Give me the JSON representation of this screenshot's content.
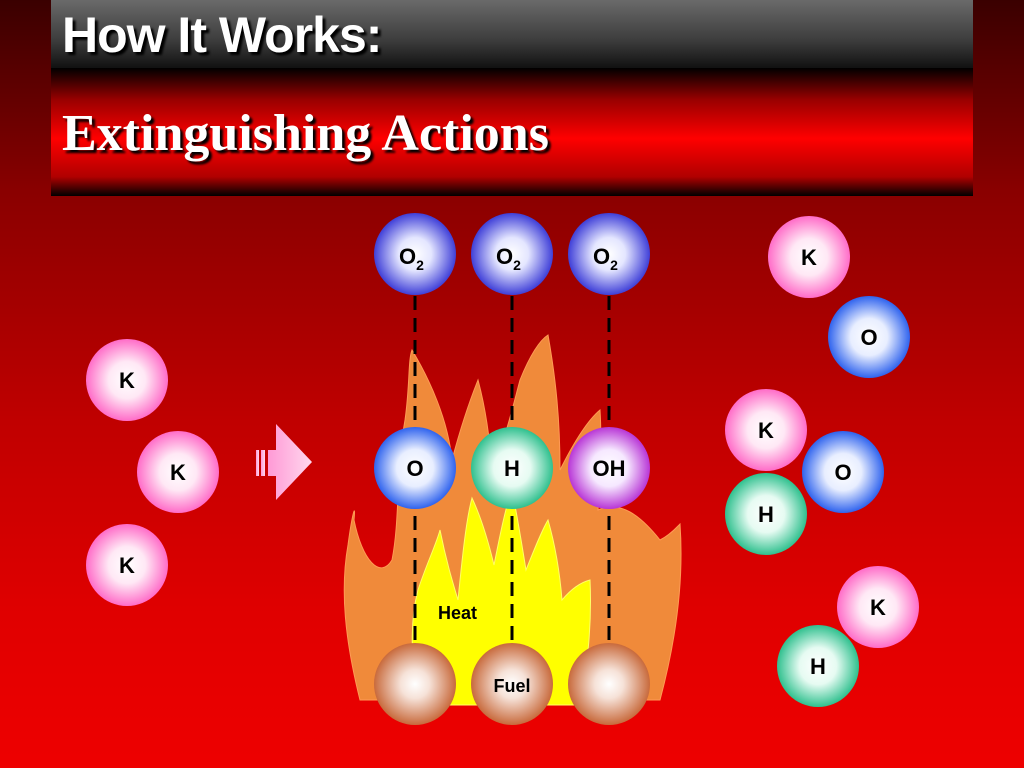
{
  "header": {
    "title": "How It Works:",
    "subtitle": "Extinguishing Actions"
  },
  "diagram": {
    "oxygen_label": "O",
    "oxygen_subscript": "2",
    "radicals": [
      "O",
      "H",
      "OH"
    ],
    "heat_label": "Heat",
    "fuel_label": "Fuel",
    "potassium_label": "K",
    "products": {
      "k": "K",
      "o": "O",
      "h": "H"
    }
  },
  "colors": {
    "potassium": "#ff7fcf",
    "oxygen_atom": "#3a6cf0",
    "hydrogen": "#40c898",
    "hydroxyl": "#c040d8",
    "o2_molecule": "#4a4ee0",
    "fuel": "#d87848",
    "flame_outer": "#f08a3a",
    "flame_inner": "#ffff00"
  }
}
